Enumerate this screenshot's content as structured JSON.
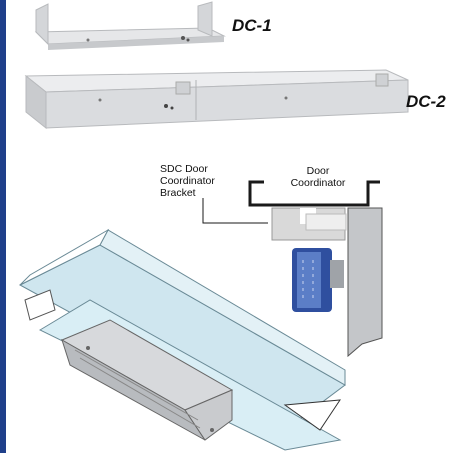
{
  "products": [
    {
      "label": "DC-1"
    },
    {
      "label": "DC-2"
    }
  ],
  "diagram": {
    "bracket_callout": "SDC Door\nCoordinator\nBracket",
    "coordinator_callout": "Door\nCoordinator"
  },
  "colors": {
    "accent_rule": "#1f3f8a",
    "bracket_fill": "#d9d9d9",
    "magnet_blue": "#2f4f9f",
    "channel_blue": "#cfe6ef"
  }
}
